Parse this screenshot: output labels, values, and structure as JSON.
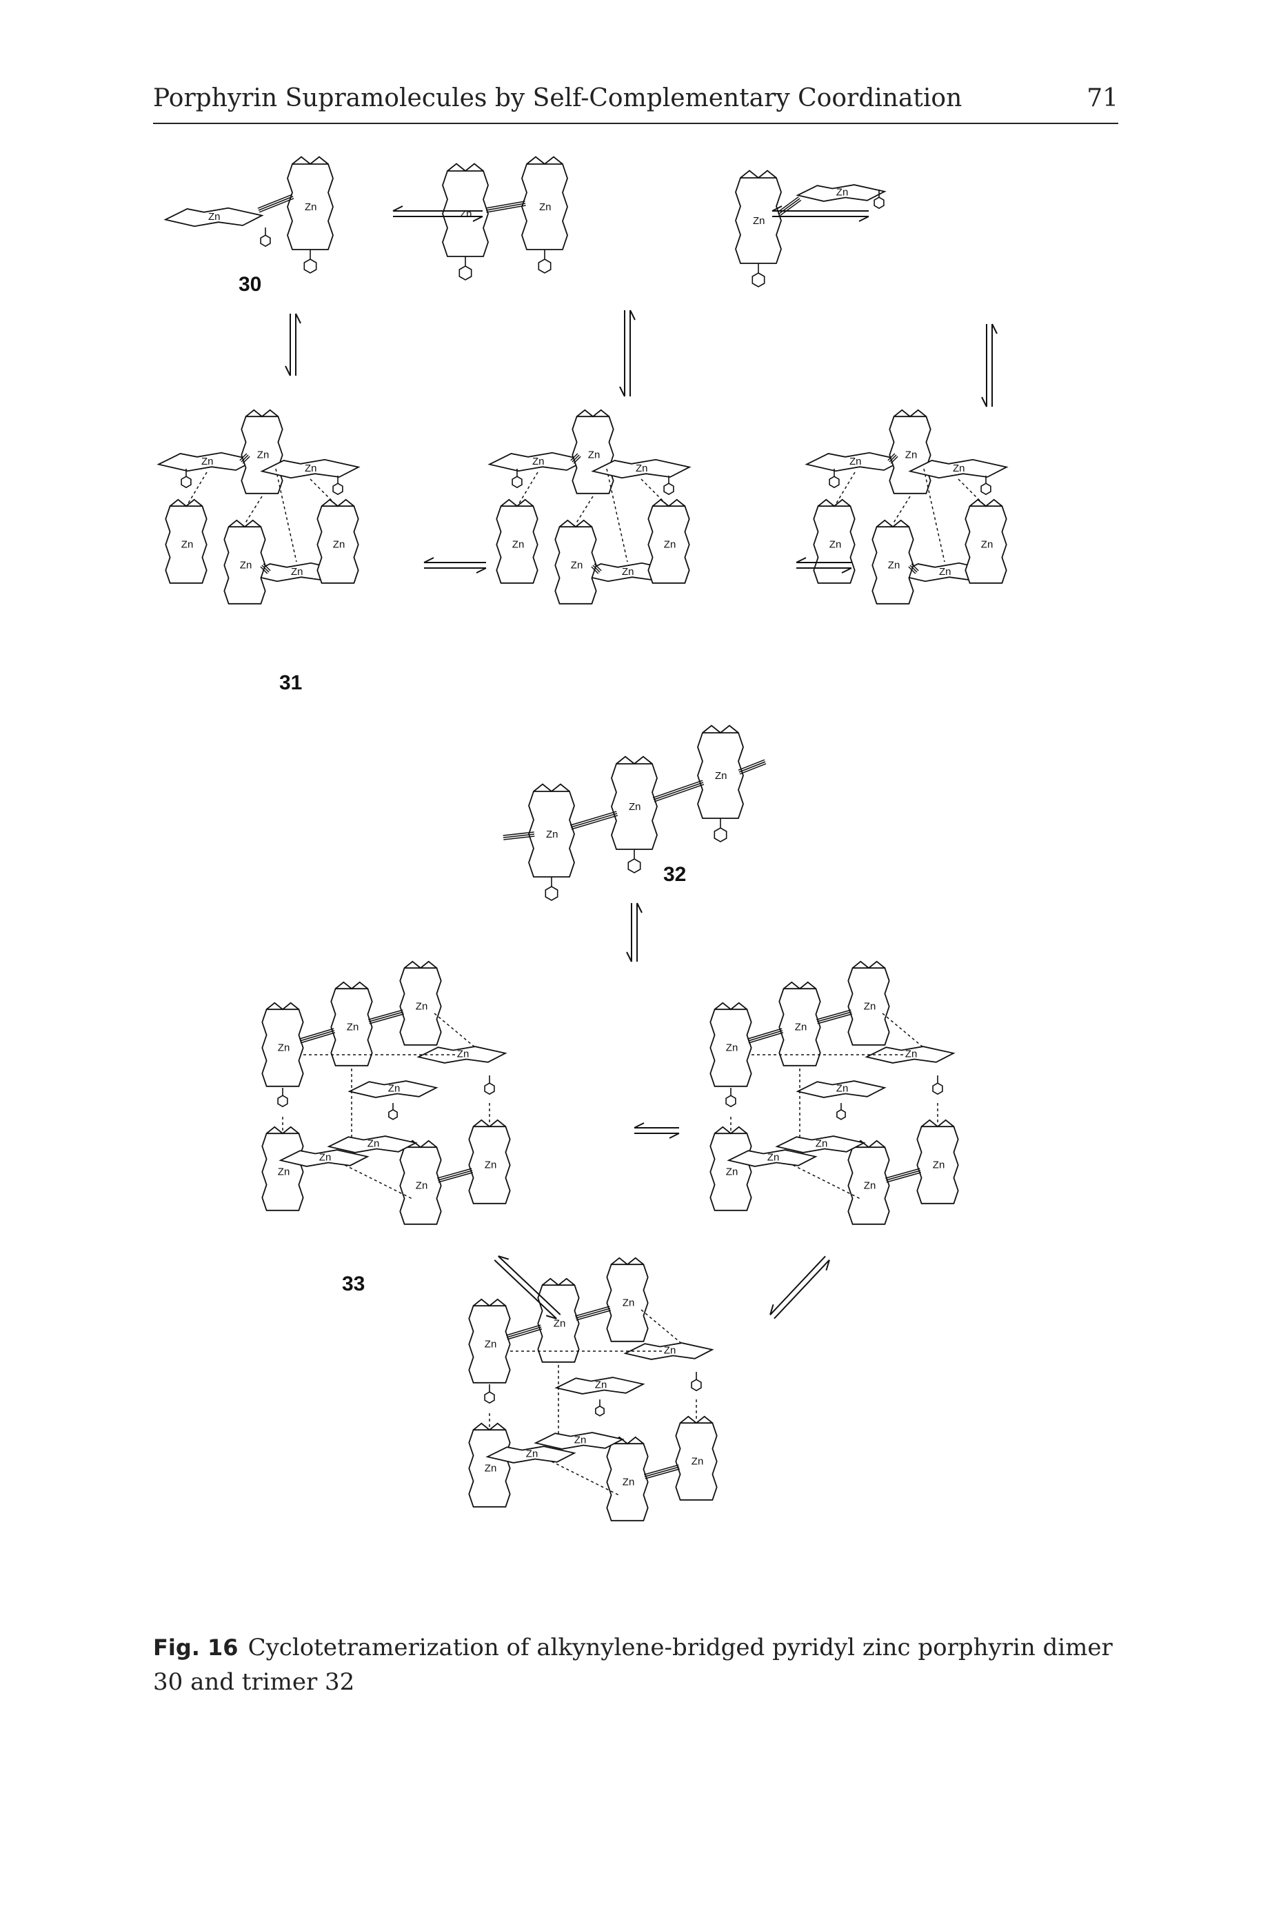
{
  "header": {
    "running_title": "Porphyrin Supramolecules by Self-Complementary Coordination",
    "page_number": "71"
  },
  "figure": {
    "compound_labels": [
      "30",
      "31",
      "32",
      "33"
    ],
    "metal_label": "Zn",
    "equilibrium_symbol": "⇌"
  },
  "caption": {
    "label": "Fig. 16",
    "text": "Cyclotetramerization of alkynylene-bridged pyridyl zinc porphyrin dimer 30 and trimer 32"
  }
}
